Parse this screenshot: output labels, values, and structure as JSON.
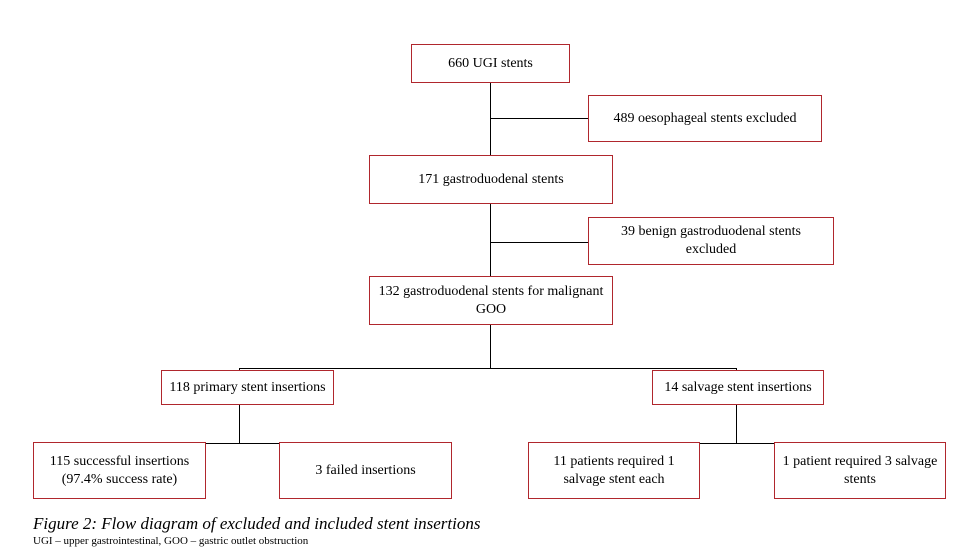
{
  "boxes": {
    "ugi_stents": "660 UGI stents",
    "oesophageal_excluded": "489 oesophageal stents excluded",
    "gastroduodenal": "171 gastroduodenal stents",
    "benign_excluded": "39 benign gastroduodenal stents excluded",
    "malignant_goo": "132 gastroduodenal stents for malignant GOO",
    "primary": "118 primary stent insertions",
    "salvage": "14 salvage stent insertions",
    "successful": "115 successful insertions (97.4% success rate)",
    "failed": "3 failed insertions",
    "one_salvage": "11 patients required 1 salvage stent each",
    "three_salvage": "1 patient required 3 salvage stents"
  },
  "caption": "Figure 2: Flow diagram of excluded and included stent insertions",
  "footnote": "UGI – upper gastrointestinal, GOO – gastric outlet obstruction",
  "colors": {
    "box_border": "#b0272d",
    "connector": "#000000"
  }
}
